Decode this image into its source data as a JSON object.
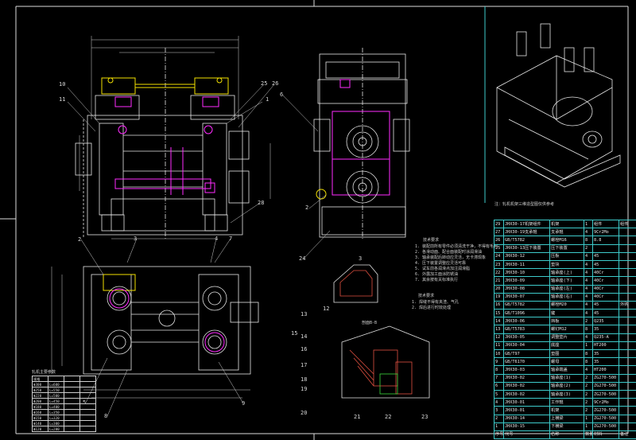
{
  "callouts": {
    "front_view": [
      "10",
      "11",
      "25",
      "26",
      "1",
      "28",
      "3",
      "2",
      "4",
      "7"
    ],
    "side_view": [
      "6",
      "2",
      "24"
    ],
    "top_view": [
      "5",
      "8",
      "9"
    ],
    "section_b": [
      "13",
      "15",
      "14",
      "16",
      "17",
      "18",
      "19",
      "20",
      "21",
      "22",
      "23"
    ],
    "detail": [
      "3",
      "12"
    ]
  },
  "notes": {
    "iso_caption": "注：轧机机架三维造型图仅供参考",
    "tech_title": "技术要求",
    "tech_lines": [
      "1. 装配前所有零件必须清洗干净，不得有毛刺",
      "2. 各滑动面、配合面装配时涂润滑油",
      "3. 轴承装配后转动应灵活，无卡滞现象",
      "4. 压下装置调整应灵活可靠",
      "5. 试车前各润滑点加注润滑脂",
      "6. 外露加工面涂防锈油",
      "7. 其余按有关标准执行"
    ],
    "detail_title": "技术要求",
    "detail_lines": [
      "1. 焊缝不得有夹渣、气孔",
      "2. 焊后进行时效处理"
    ],
    "section_title": "剖面B-B",
    "detail_label": "3",
    "spec_title": "轧机主要参数"
  },
  "bom": {
    "rows": [
      [
        "29",
        "JHX30-17机架组件",
        "机架",
        "1",
        "组件",
        "组件"
      ],
      [
        "27",
        "JHX30-19支承辊",
        "支承辊",
        "4",
        "9Cr2Mo",
        ""
      ],
      [
        "26",
        "GB/T5782",
        "螺栓M16",
        "8",
        "8.8",
        ""
      ],
      [
        "25",
        "JHX30-13压下装置",
        "压下装置",
        "2",
        "",
        ""
      ],
      [
        "24",
        "JHX30-12",
        "压板",
        "4",
        "45",
        ""
      ],
      [
        "23",
        "JHX30-11",
        "垫块",
        "4",
        "45",
        ""
      ],
      [
        "22",
        "JHX30-10",
        "轴承座(上)",
        "4",
        "40Cr",
        ""
      ],
      [
        "21",
        "JHX30-09",
        "轴承座(下)",
        "4",
        "40Cr",
        ""
      ],
      [
        "20",
        "JHX30-08",
        "轴承座(左)",
        "4",
        "40Cr",
        ""
      ],
      [
        "19",
        "JHX30-07",
        "轴承座(右)",
        "4",
        "40Cr",
        ""
      ],
      [
        "16",
        "GB/T5782",
        "螺栓M20",
        "4",
        "45",
        "外购"
      ],
      [
        "15",
        "GB/T1096",
        "键",
        "4",
        "45",
        ""
      ],
      [
        "14",
        "JHX30-06",
        "挡板",
        "2",
        "Q235",
        ""
      ],
      [
        "13",
        "GB/T5783",
        "螺钉M12",
        "8",
        "35",
        ""
      ],
      [
        "12",
        "JHX30-05",
        "调整垫片",
        "4",
        "Q235-A",
        ""
      ],
      [
        "11",
        "JHX30-04",
        "底座",
        "1",
        "HT200",
        ""
      ],
      [
        "10",
        "GB/T97",
        "垫圈",
        "8",
        "35",
        ""
      ],
      [
        "9",
        "GB/T6170",
        "螺母",
        "8",
        "35",
        ""
      ],
      [
        "8",
        "JHX30-03",
        "轴承端盖",
        "4",
        "HT200",
        ""
      ],
      [
        "7",
        "JHX30-02",
        "轴承座(1)",
        "2",
        "ZG270-500",
        ""
      ],
      [
        "6",
        "JHX30-02",
        "轴承座(2)",
        "2",
        "ZG270-500",
        ""
      ],
      [
        "5",
        "JHX30-02",
        "轴承座(3)",
        "2",
        "ZG270-500",
        ""
      ],
      [
        "4",
        "JHX30-01",
        "工作辊",
        "2",
        "9Cr2Mo",
        ""
      ],
      [
        "3",
        "JHX30-01",
        "机架",
        "2",
        "ZG270-500",
        ""
      ],
      [
        "2",
        "JHX30-14",
        "上横梁",
        "1",
        "ZG270-500",
        ""
      ],
      [
        "1",
        "JHX30-15",
        "下横梁",
        "1",
        "ZG270-500",
        ""
      ],
      [
        "序号",
        "代号",
        "名称",
        "数量",
        "材料",
        "备注"
      ]
    ]
  },
  "spec_table": {
    "rows": [
      [
        "规格",
        "",
        "",
        ""
      ],
      [
        "Φ300",
        "L=600",
        "",
        ""
      ],
      [
        "Φ250",
        "L=550",
        "",
        ""
      ],
      [
        "Φ220",
        "L=500",
        "",
        ""
      ],
      [
        "Φ200",
        "L=450",
        "",
        ""
      ],
      [
        "Φ180",
        "L=400",
        "",
        ""
      ],
      [
        "Φ160",
        "L=350",
        "",
        ""
      ],
      [
        "Φ150",
        "L=320",
        "",
        ""
      ],
      [
        "Φ140",
        "L=300",
        "",
        ""
      ],
      [
        "Φ120",
        "L=280",
        "",
        ""
      ]
    ]
  },
  "colors": {
    "background": "#000000",
    "lines": "#e6e6e6",
    "part_magenta": "#ff2bff",
    "part_yellow": "#f2e000",
    "dims": "#d0d0d0",
    "section_red": "#e05040",
    "hatch_green": "#3ed63e",
    "table_cyan": "#3ecbcb"
  }
}
